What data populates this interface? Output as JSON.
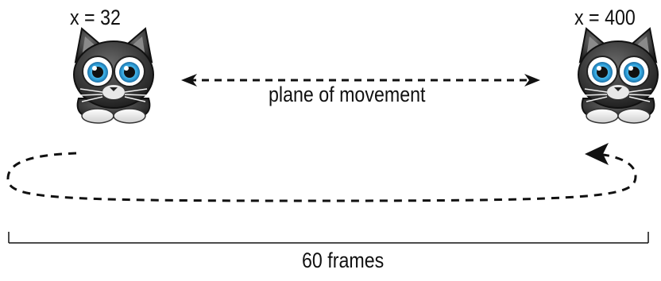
{
  "labels": {
    "left_position": "x = 32",
    "right_position": "x = 400",
    "movement": "plane of movement",
    "duration": "60 frames"
  },
  "icons": {
    "sprite": "cat-face-icon"
  },
  "colors": {
    "ink": "#111111",
    "eye_iris": "#35a8e0",
    "fur_dark": "#3a3a3a"
  }
}
